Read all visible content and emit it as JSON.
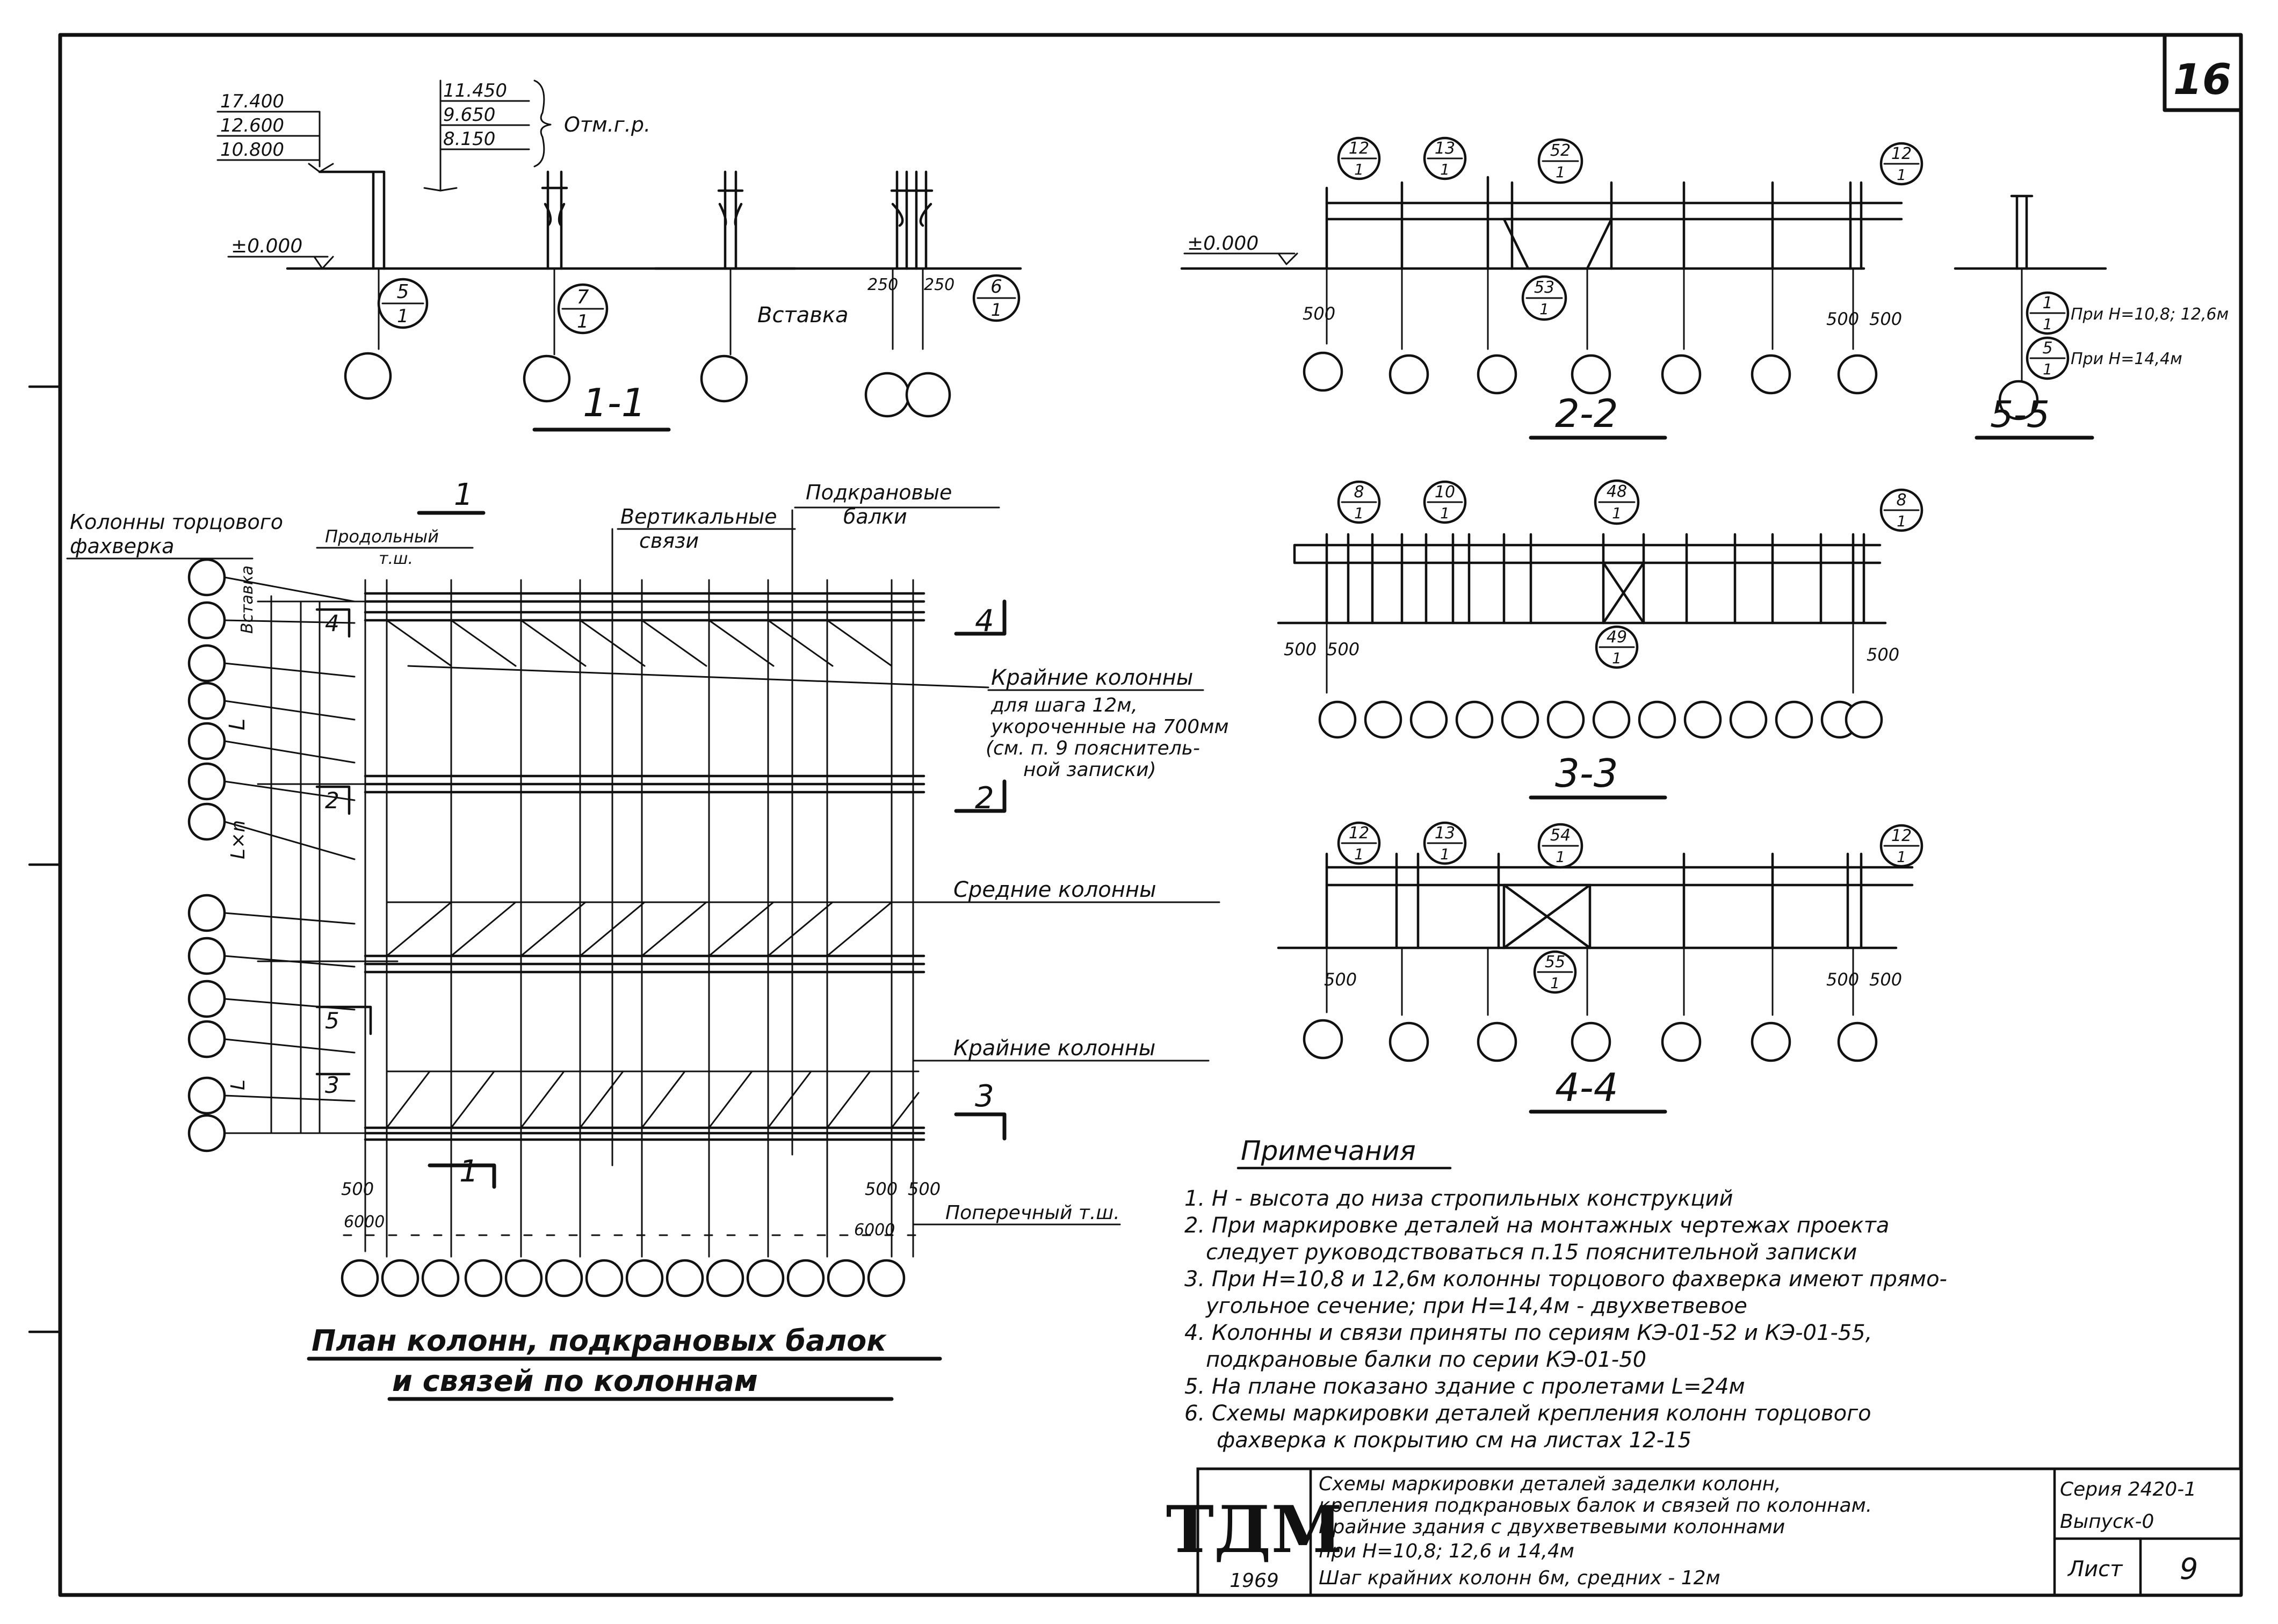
{
  "sheet_number": "16",
  "sections": {
    "s11": {
      "title": "1-1",
      "levels_left": [
        "17.400",
        "12.600",
        "10.800"
      ],
      "levels_right": [
        "11.450",
        "9.650",
        "8.150"
      ],
      "levels_note": "Отм.г.р.",
      "zero_mark": "±0.000",
      "insert_label": "Вставка",
      "dims": [
        "250",
        "250"
      ],
      "callouts": [
        {
          "top": "5",
          "bot": "1"
        },
        {
          "top": "7",
          "bot": "1"
        },
        {
          "top": "6",
          "bot": "1"
        }
      ]
    },
    "s22": {
      "title": "2-2",
      "zero_mark": "±0.000",
      "callouts": [
        {
          "top": "12",
          "bot": "1"
        },
        {
          "top": "13",
          "bot": "1"
        },
        {
          "top": "52",
          "bot": "1"
        },
        {
          "top": "12",
          "bot": "1"
        },
        {
          "top": "53",
          "bot": "1"
        }
      ],
      "dims": [
        "500",
        "500",
        "500"
      ]
    },
    "s55": {
      "title": "5-5",
      "callouts": [
        {
          "top": "1",
          "bot": "1"
        },
        {
          "top": "5",
          "bot": "1"
        }
      ],
      "notes": [
        "При H=10,8; 12,6м",
        "При H=14,4м"
      ]
    },
    "s33": {
      "title": "3-3",
      "callouts": [
        {
          "top": "8",
          "bot": "1"
        },
        {
          "top": "10",
          "bot": "1"
        },
        {
          "top": "48",
          "bot": "1"
        },
        {
          "top": "8",
          "bot": "1"
        },
        {
          "top": "49",
          "bot": "1"
        }
      ],
      "dims": [
        "500",
        "500",
        "500"
      ]
    },
    "s44": {
      "title": "4-4",
      "callouts": [
        {
          "top": "12",
          "bot": "1"
        },
        {
          "top": "13",
          "bot": "1"
        },
        {
          "top": "54",
          "bot": "1"
        },
        {
          "top": "12",
          "bot": "1"
        },
        {
          "top": "55",
          "bot": "1"
        }
      ],
      "dims": [
        "500",
        "500",
        "500"
      ]
    }
  },
  "plan": {
    "title_line1": "План колонн, подкрановых балок",
    "title_line2": "и связей по колоннам",
    "label_end_columns": [
      "Колонны торцового",
      "фахверка"
    ],
    "label_long_axis": [
      "Продольный",
      "т.ш."
    ],
    "label_vert_braces": [
      "Вертикальные",
      "связи"
    ],
    "label_crane_beams": [
      "Подкрановые",
      "балки"
    ],
    "label_edge_cols_1": "Крайние колонны",
    "label_step_note": [
      "для шага 12м,",
      "укороченные на 700мм",
      "(см. п. 9 пояснитель-",
      "ной записки)"
    ],
    "label_mid_cols": "Средние колонны",
    "label_edge_cols_2": "Крайние колонны",
    "label_cross_axis": "Поперечный т.ш.",
    "label_insert": "Вставка",
    "axis_labels": [
      "L",
      "L×n",
      "L"
    ],
    "cut_marks": [
      "1",
      "4",
      "2",
      "5",
      "3",
      "4",
      "2",
      "3",
      "1"
    ],
    "dims": [
      "500",
      "6000",
      "500",
      "500",
      "6000"
    ]
  },
  "notes": {
    "title": "Примечания",
    "items": [
      "1. H - высота до низа стропильных конструкций",
      "2. При маркировке деталей на монтажных чертежах проекта",
      "следует руководствоваться п.15 пояснительной записки",
      "3. При H=10,8 и 12,6м колонны торцового фахверка имеют прямо-",
      "угольное сечение; при H=14,4м - двухветвевое",
      "4. Колонны и связи приняты по сериям КЭ-01-52 и КЭ-01-55,",
      "подкрановые балки по серии КЭ-01-50",
      "5. На плане показано здание с пролетами L=24м",
      "6. Схемы маркировки деталей крепления колонн торцового",
      "фахверка к покрытию см на листах 12-15"
    ]
  },
  "stamp": {
    "logo": "ТДМ",
    "year": "1969",
    "desc": [
      "Схемы маркировки деталей заделки колонн,",
      "крепления подкрановых балок и связей по колоннам.",
      "Крайние здания с двухветвевыми колоннами",
      "при H=10,8; 12,6 и 14,4м",
      "Шаг крайних колонн 6м, средних - 12м"
    ],
    "series": "Серия 2420-1",
    "issue": "Выпуск-0",
    "sheet_label": "Лист",
    "sheet_value": "9"
  }
}
